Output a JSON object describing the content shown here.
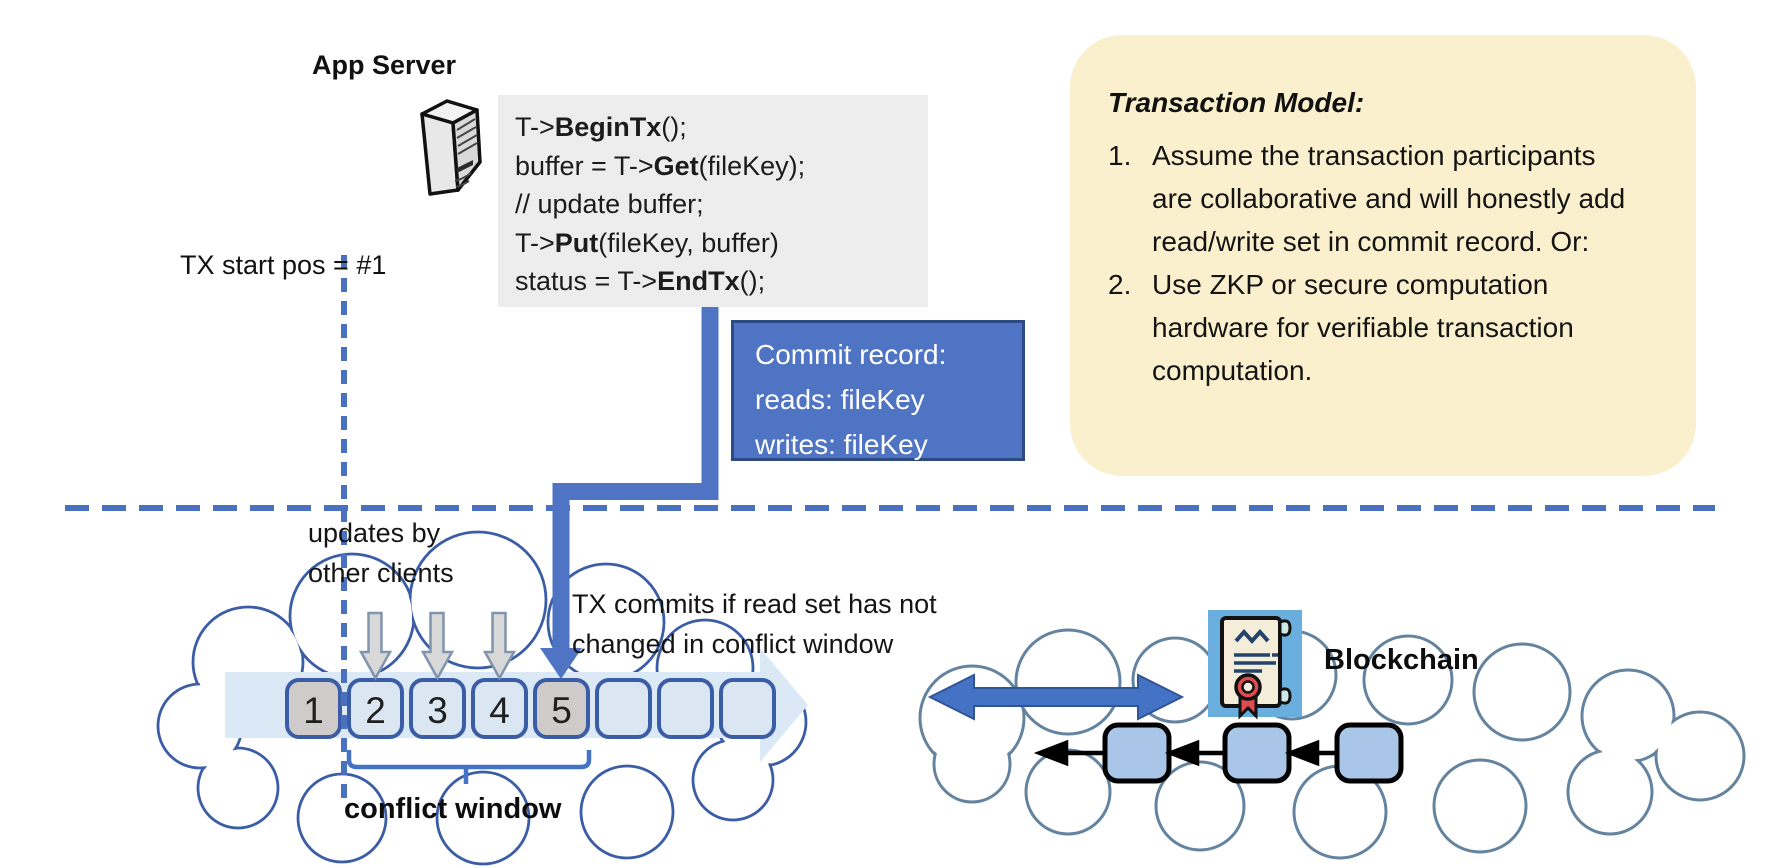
{
  "app_server": {
    "title": "App Server"
  },
  "code_block": {
    "lines": [
      [
        {
          "t": "T->"
        },
        {
          "t": "BeginTx",
          "b": 1
        },
        {
          "t": "();"
        }
      ],
      [
        {
          "t": "buffer = T->"
        },
        {
          "t": "Get",
          "b": 1
        },
        {
          "t": "(fileKey);"
        }
      ],
      [
        {
          "t": "// update buffer;"
        }
      ],
      [
        {
          "t": "T->"
        },
        {
          "t": "Put",
          "b": 1
        },
        {
          "t": "(fileKey, buffer)"
        }
      ],
      [
        {
          "t": "status = T->"
        },
        {
          "t": "EndTx",
          "b": 1
        },
        {
          "t": "();"
        }
      ]
    ]
  },
  "tx_start_label": "TX start pos = #1",
  "commit_record": {
    "title": "Commit record:",
    "reads": "reads: fileKey",
    "writes": "writes: fileKey"
  },
  "transaction_model": {
    "title": "Transaction Model:",
    "items": [
      {
        "num": "1.",
        "text": "Assume the transaction participants are collaborative and will honestly add read/write set in commit record.  Or:"
      },
      {
        "num": "2.",
        "text": "Use ZKP or secure computation hardware for verifiable transaction computation."
      }
    ]
  },
  "timeline": {
    "updates_label": "updates by other clients",
    "commit_note": "TX commits if read set has not changed in conflict window",
    "conflict_window_label": "conflict window",
    "slots": [
      {
        "label": "1",
        "gray": true
      },
      {
        "label": "2",
        "gray": false
      },
      {
        "label": "3",
        "gray": false
      },
      {
        "label": "4",
        "gray": false
      },
      {
        "label": "5",
        "gray": true
      },
      {
        "label": "",
        "gray": false
      },
      {
        "label": "",
        "gray": false
      },
      {
        "label": "",
        "gray": false
      }
    ]
  },
  "blockchain": {
    "label": "Blockchain"
  },
  "colors": {
    "accent_blue": "#4472c4",
    "connector_blue": "#4f74c4",
    "commit_box_blue": "#4f74c4",
    "note_yellow": "#faf0cd",
    "slot_gray": "#cecbca",
    "slot_blue": "#dbe6f3",
    "slot_border": "#3a5da6",
    "band_blue": "#dbe8f6",
    "block_fill": "#a9c6e8",
    "cert_icon_bg": "#6aaede",
    "cloud_left_stroke": "#3a5da6",
    "cloud_right_stroke": "#64839f"
  }
}
